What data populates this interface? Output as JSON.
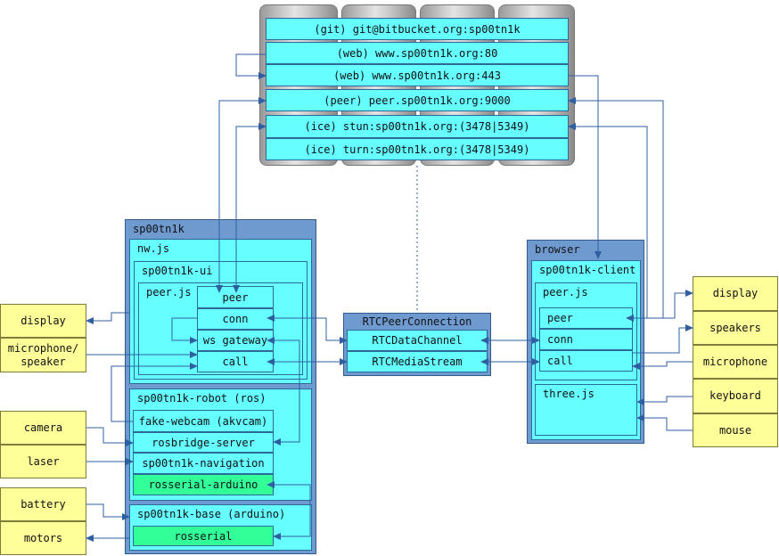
{
  "servers": {
    "git": "(git) git@bitbucket.org:sp00tn1k",
    "web80": "(web) www.sp00tn1k.org:80",
    "web443": "(web) www.sp00tn1k.org:443",
    "peer": "(peer) peer.sp00tn1k.org:9000",
    "stun": "(ice) stun:sp00tn1k.org:(3478|5349)",
    "turn": "(ice) turn:sp00tn1k.org:(3478|5349)"
  },
  "robot": {
    "title": "sp00tn1k",
    "nwjs": "nw.js",
    "ui": {
      "title": "sp00tn1k-ui",
      "peerjs": "peer.js",
      "items": [
        "peer",
        "conn",
        "ws gateway",
        "call"
      ]
    },
    "ros": {
      "title": "sp00tn1k-robot (ros)",
      "items": [
        "fake-webcam (akvcam)",
        "rosbridge-server",
        "sp00tn1k-navigation",
        "rosserial-arduino"
      ]
    },
    "base": {
      "title": "sp00tn1k-base (arduino)",
      "item": "rosserial"
    }
  },
  "rtc": {
    "title": "RTCPeerConnection",
    "items": [
      "RTCDataChannel",
      "RTCMediaStream"
    ]
  },
  "browser": {
    "title": "browser",
    "client": "sp00tn1k-client",
    "peerjs": "peer.js",
    "items": [
      "peer",
      "conn",
      "call"
    ],
    "threejs": "three.js"
  },
  "left_devices": [
    "display",
    "microphone/ speaker",
    "camera",
    "laser",
    "battery",
    "motors"
  ],
  "right_devices": [
    "display",
    "speakers",
    "microphone",
    "keyboard",
    "mouse"
  ],
  "colors": {
    "component": "#66ffff",
    "container": "#6e9ad0",
    "device": "#ffff99",
    "hardware_component": "#33ff99",
    "connector": "#2f5fa0"
  }
}
